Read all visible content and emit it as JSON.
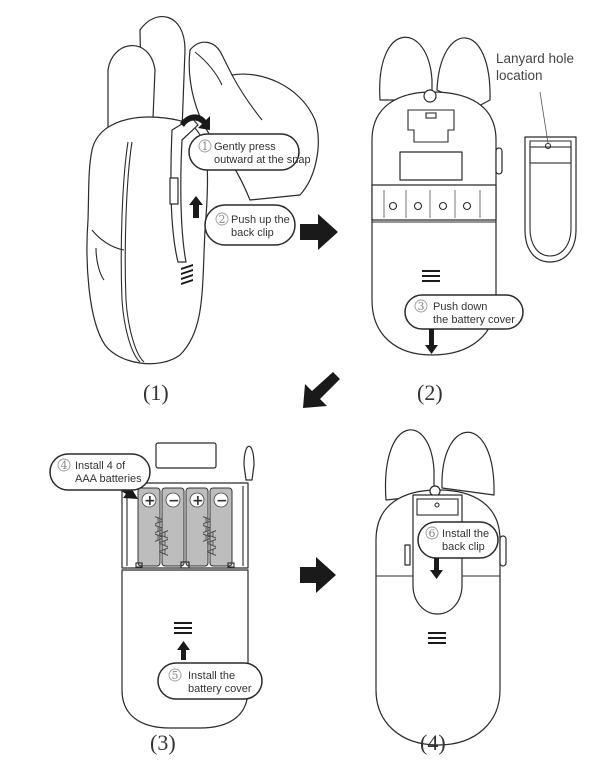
{
  "diagram": {
    "title": "Back clip removal and AAA battery installation",
    "panels": [
      {
        "id": "1",
        "label": "(1)",
        "callouts": [
          {
            "number": "1",
            "line1": "Gently press",
            "line2": "outward at the snap"
          },
          {
            "number": "2",
            "line1": "Push up the",
            "line2": "back clip"
          }
        ]
      },
      {
        "id": "2",
        "label": "(2)",
        "annotation": {
          "line1": "Lanyard hole",
          "line2": "location"
        },
        "callouts": [
          {
            "number": "3",
            "line1": "Push down",
            "line2": "the battery cover"
          }
        ]
      },
      {
        "id": "3",
        "label": "(3)",
        "callouts": [
          {
            "number": "4",
            "line1": "Install 4 of",
            "line2": "AAA batteries"
          },
          {
            "number": "5",
            "line1": "Install the",
            "line2": "battery cover"
          }
        ],
        "batteries": [
          {
            "polarity": "+",
            "text": "AAA"
          },
          {
            "polarity": "−",
            "text": "AAA"
          },
          {
            "polarity": "+",
            "text": "AAA"
          },
          {
            "polarity": "−",
            "text": "AAA"
          }
        ]
      },
      {
        "id": "4",
        "label": "(4)",
        "callouts": [
          {
            "number": "6",
            "line1": "Install the",
            "line2": "back clip"
          }
        ]
      }
    ],
    "flow_arrows": [
      "right-arrow",
      "down-left-arrow",
      "right-arrow"
    ],
    "colors": {
      "line": "#2a2a2a",
      "arrow": "#1a1a1a",
      "battery": "#bdbdbd",
      "background": "#ffffff"
    }
  }
}
